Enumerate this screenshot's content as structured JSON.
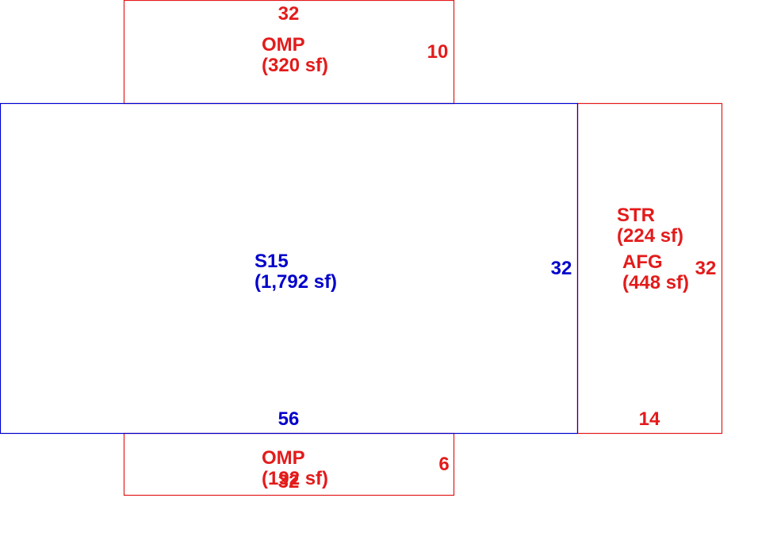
{
  "colors": {
    "main": "#0000cc",
    "addition": "#e31b1b"
  },
  "areas": {
    "omp_top": {
      "code": "OMP",
      "area": "(320 sf)",
      "width_dim": "32",
      "depth_dim": "10"
    },
    "main_s15": {
      "code": "S15",
      "area": "(1,792 sf)",
      "width_dim": "56",
      "depth_dim": "32"
    },
    "right_section": {
      "str_code": "STR",
      "str_area": "(224 sf)",
      "afg_code": "AFG",
      "afg_area": "(448 sf)",
      "width_dim": "14",
      "depth_dim": "32"
    },
    "omp_bottom": {
      "code": "OMP",
      "area": "(192 sf)",
      "width_dim": "32",
      "depth_dim": "6"
    }
  }
}
